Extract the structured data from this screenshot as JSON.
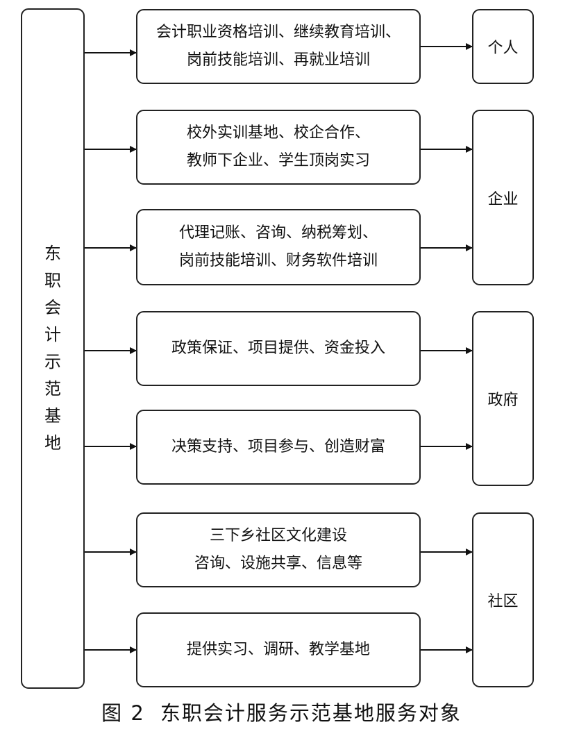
{
  "source": {
    "chars": [
      "东",
      "职",
      "会",
      "计",
      "示",
      "范",
      "基",
      "地"
    ]
  },
  "services": [
    {
      "lines": [
        "会计职业资格培训、继续教育培训、",
        "岗前技能培训、再就业培训"
      ]
    },
    {
      "lines": [
        "校外实训基地、校企合作、",
        "教师下企业、学生顶岗实习"
      ]
    },
    {
      "lines": [
        "代理记账、咨询、纳税筹划、",
        "岗前技能培训、财务软件培训"
      ]
    },
    {
      "lines": [
        "政策保证、项目提供、资金投入"
      ]
    },
    {
      "lines": [
        "决策支持、项目参与、创造财富"
      ]
    },
    {
      "lines": [
        "三下乡社区文化建设",
        "咨询、设施共享、信息等"
      ]
    },
    {
      "lines": [
        "提供实习、调研、教学基地"
      ]
    }
  ],
  "targets": [
    {
      "label": "个人"
    },
    {
      "label": "企业"
    },
    {
      "label": "政府"
    },
    {
      "label": "社区"
    }
  ],
  "caption": {
    "number": "图 2",
    "text": "东职会计服务示范基地服务对象"
  }
}
